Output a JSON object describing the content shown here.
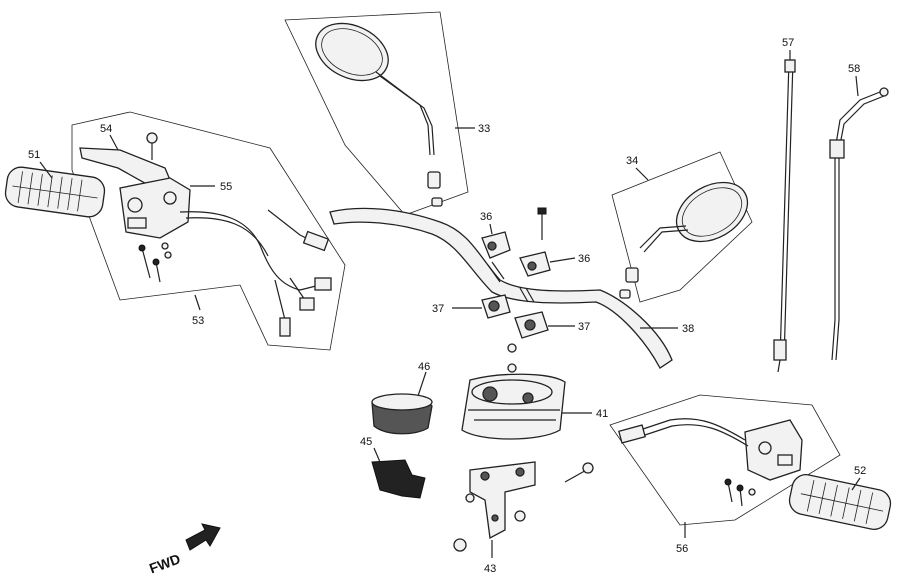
{
  "callouts": {
    "c33": "33",
    "c34": "34",
    "c36a": "36",
    "c36b": "36",
    "c37a": "37",
    "c37b": "37",
    "c38": "38",
    "c41": "41",
    "c43": "43",
    "c45": "45",
    "c46": "46",
    "c51": "51",
    "c52": "52",
    "c53": "53",
    "c54": "54",
    "c55": "55",
    "c56": "56",
    "c57": "57",
    "c58": "58"
  },
  "direction": {
    "label": "FWD"
  }
}
